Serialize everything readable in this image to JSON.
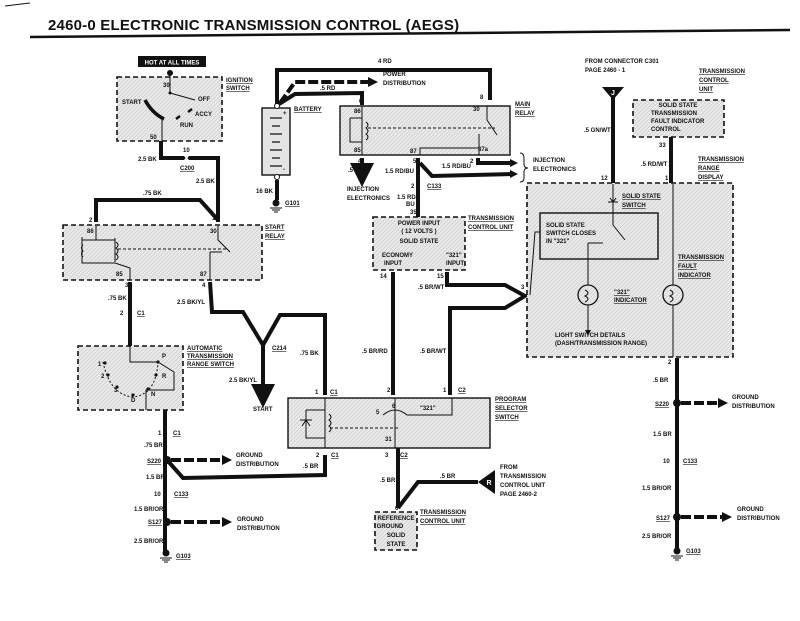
{
  "title": "2460-0  ELECTRONIC TRANSMISSION CONTROL (AEGS)",
  "connector_symbols": {
    "from_c301": "J",
    "from_tcu": "R"
  },
  "icons": [
    "ground-icon",
    "battery-icon",
    "relay-coil-icon",
    "diode-icon",
    "indicator-lamp-icon",
    "connector-icon",
    "splice-icon",
    "arrow-icon"
  ],
  "labels": [
    "HOT AT ALL TIMES",
    "30",
    "START",
    "OFF",
    "ACCY",
    "RUN",
    "50",
    "IGNITION",
    "SWITCH",
    "2.5 BK",
    "10",
    "C200",
    "2.5 BK",
    ".75 BK",
    "2",
    "86",
    "1",
    "30",
    "START",
    "RELAY",
    "85",
    "87",
    "3",
    "4",
    ".75 BK",
    "2",
    "C1",
    "2.5 BK/YL",
    "AUTOMATIC",
    "TRANSMISSION",
    "RANGE SWITCH",
    "1",
    "P",
    "2",
    "R",
    "3",
    "D",
    "N",
    "C214",
    ".75 BK",
    "2.5 BK/YL",
    "START",
    "1",
    "C1",
    ".75 BR",
    "S220",
    "GROUND",
    "DISTRIBUTION",
    "1.5 BR",
    "10",
    "C133",
    "1.5 BR/OR",
    "S127",
    "GROUND",
    "DISTRIBUTION",
    "2.5 BR/OR",
    "G103",
    "4 RD",
    "POWER",
    "DISTRIBUTION",
    ".5 RD",
    "BATTERY",
    "+",
    "-",
    "16 BK",
    "G101",
    "6",
    "86",
    "85",
    "8",
    "30",
    "87",
    "87a",
    "MAIN",
    "RELAY",
    "4",
    ".5 GN",
    "5",
    "2",
    "1.5 RD/BU",
    "1.5 RD/BU",
    "INJECTION",
    "ELECTRONICS",
    "INJECTION",
    "ELECTRONICS",
    "2",
    "C133",
    "1.5 RD/",
    "BU",
    "35",
    "POWER INPUT",
    "( 12 VOLTS )",
    "SOLID STATE",
    "ECONOMY",
    "INPUT",
    "\"321\"",
    "INPUT",
    "TRANSMISSION",
    "CONTROL UNIT",
    "14",
    "15",
    ".5 BR/WT",
    "3",
    ".5 BR/RD",
    ".5 BR/WT",
    "FROM CONNECTOR C301",
    "PAGE 2460 - 1",
    "J",
    ".5 GN/WT",
    "TRANSMISSION",
    "CONTROL",
    "UNIT",
    "SOLID STATE",
    "TRANSMISSION",
    "FAULT INDICATOR",
    "CONTROL",
    "33",
    ".5 RD/WT",
    "TRANSMISSION",
    "RANGE",
    "DISPLAY",
    "12",
    "1",
    "SOLID STATE",
    "SWITCH",
    "SOLID STATE",
    "SWITCH CLOSES",
    "IN \"321\"",
    "TRANSMISSION",
    "FAULT",
    "INDICATOR",
    "\"321\"",
    "INDICATOR",
    "LIGHT SWITCH DETAILS",
    "(DASH/TRANSMISSION RANGE)",
    "2",
    ".5 BR",
    "S220",
    "GROUND",
    "DISTRIBUTION",
    "1.5 BR",
    "10",
    "C133",
    "1.5 BR/OR",
    "S127",
    "GROUND",
    "DISTRIBUTION",
    "2.5 BR/OR",
    "G103",
    "1",
    "C1",
    "2",
    "1",
    "C2",
    "PROGRAM",
    "SELECTOR",
    "SWITCH",
    "5",
    "6",
    "\"321\"",
    "31",
    "2",
    "C1",
    ".5 BR",
    "3",
    "C2",
    ".5 BR",
    ".5 BR",
    "R",
    "FROM",
    "TRANSMISSION",
    "CONTROL UNIT",
    "PAGE 2460-2",
    "6",
    "REFERENCE",
    "GROUND",
    "SOLID",
    "STATE",
    "TRANSMISSION",
    "CONTROL UNIT"
  ]
}
